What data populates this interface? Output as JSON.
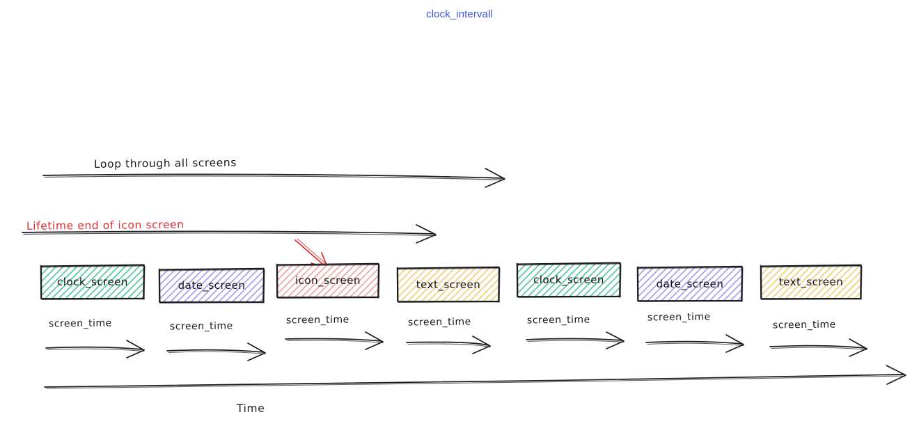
{
  "diagram": {
    "title": "clock_intervall",
    "title_color": "#3b56d8",
    "background": "#ffffff",
    "annotations": {
      "loop": "Loop through all screens",
      "lifetime": "Lifetime end of icon screen",
      "lifetime_color": "#e03131",
      "time_axis": "Time"
    },
    "screen_time_label": "screen_time",
    "screens": [
      {
        "label": "clock_screen",
        "color": "#2f9e6e",
        "fill": "#9fe0c4",
        "kind": "clock"
      },
      {
        "label": "date_screen",
        "color": "#6b5bd6",
        "fill": "#bdb6f2",
        "kind": "date"
      },
      {
        "label": "icon_screen",
        "color": "#e06b6b",
        "fill": "#f2b8b8",
        "kind": "icon"
      },
      {
        "label": "text_screen",
        "color": "#e0a53a",
        "fill": "#f7dda0",
        "kind": "text"
      },
      {
        "label": "clock_screen",
        "color": "#2f9e6e",
        "fill": "#9fe0c4",
        "kind": "clock"
      },
      {
        "label": "date_screen",
        "color": "#6b5bd6",
        "fill": "#bdb6f2",
        "kind": "date"
      },
      {
        "label": "text_screen",
        "color": "#e0a53a",
        "fill": "#f7dda0",
        "kind": "text"
      }
    ],
    "screen_times": [
      "screen_time",
      "screen_time",
      "screen_time",
      "screen_time",
      "screen_time",
      "screen_time",
      "screen_time"
    ]
  }
}
